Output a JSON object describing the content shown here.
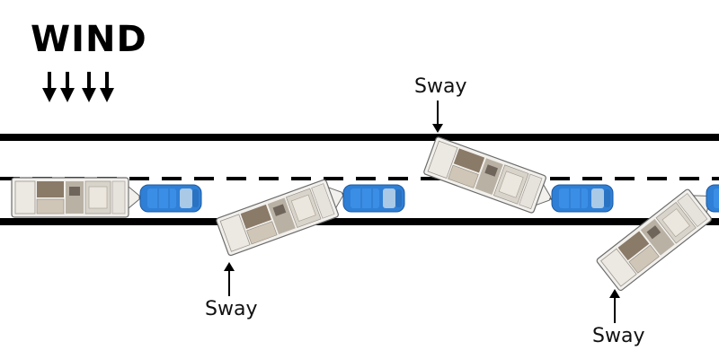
{
  "wind": {
    "label": "WIND",
    "arrow_count": 4,
    "arrow_icon": "down-arrow-icon"
  },
  "road": {
    "edge_color": "#000000",
    "center_line_style": "dashed"
  },
  "sway_labels": [
    {
      "text": "Sway",
      "pointer": "down-arrow-icon"
    },
    {
      "text": "Sway",
      "pointer": "up-arrow-icon"
    },
    {
      "text": "Sway",
      "pointer": "up-arrow-icon"
    }
  ],
  "vehicles": {
    "tow_vehicle_color": "#2f7fd6",
    "trailer_color": "#d9d4cb",
    "rigs": [
      {
        "state": "straight"
      },
      {
        "state": "swaying"
      },
      {
        "state": "swaying"
      },
      {
        "state": "swaying"
      }
    ]
  }
}
